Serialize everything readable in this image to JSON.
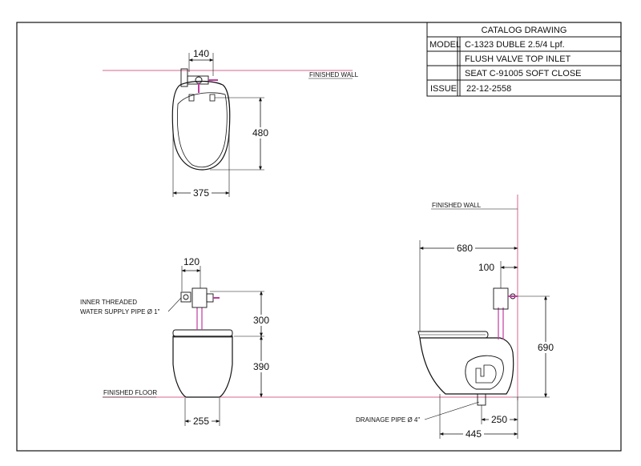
{
  "title_block": {
    "heading": "CATALOG DRAWING",
    "model_label": "MODEL",
    "model_value": "C-1323 DUBLE 2.5/4 Lpf.",
    "line2": "FLUSH VALVE TOP INLET",
    "line3": "SEAT C-91005 SOFT CLOSE",
    "issue_label": "ISSUE",
    "issue_value": "22-12-2558"
  },
  "top_view": {
    "finished_wall": "FINISHED WALL",
    "dim_valve_offset": "140",
    "dim_depth": "480",
    "dim_width": "375"
  },
  "front_view": {
    "dim_pipe_offset": "120",
    "dim_valve_height": "300",
    "dim_bowl_height": "390",
    "dim_base_width": "255",
    "supply_line1": "INNER THREADED",
    "supply_line2": "WATER SUPPLY PIPE Ø 1\"",
    "finished_floor": "FINISHED FLOOR"
  },
  "side_view": {
    "finished_wall": "FINISHED WALL",
    "dim_total_depth": "680",
    "dim_wall_to_valve": "100",
    "dim_total_height": "690",
    "dim_outlet_to_wall": "250",
    "dim_base_depth": "445",
    "drain_label": "DRAINAGE PIPE Ø 4\""
  },
  "colors": {
    "line": "#111111",
    "wall_line": "#d9668f",
    "pipe": "#c03aa0"
  }
}
